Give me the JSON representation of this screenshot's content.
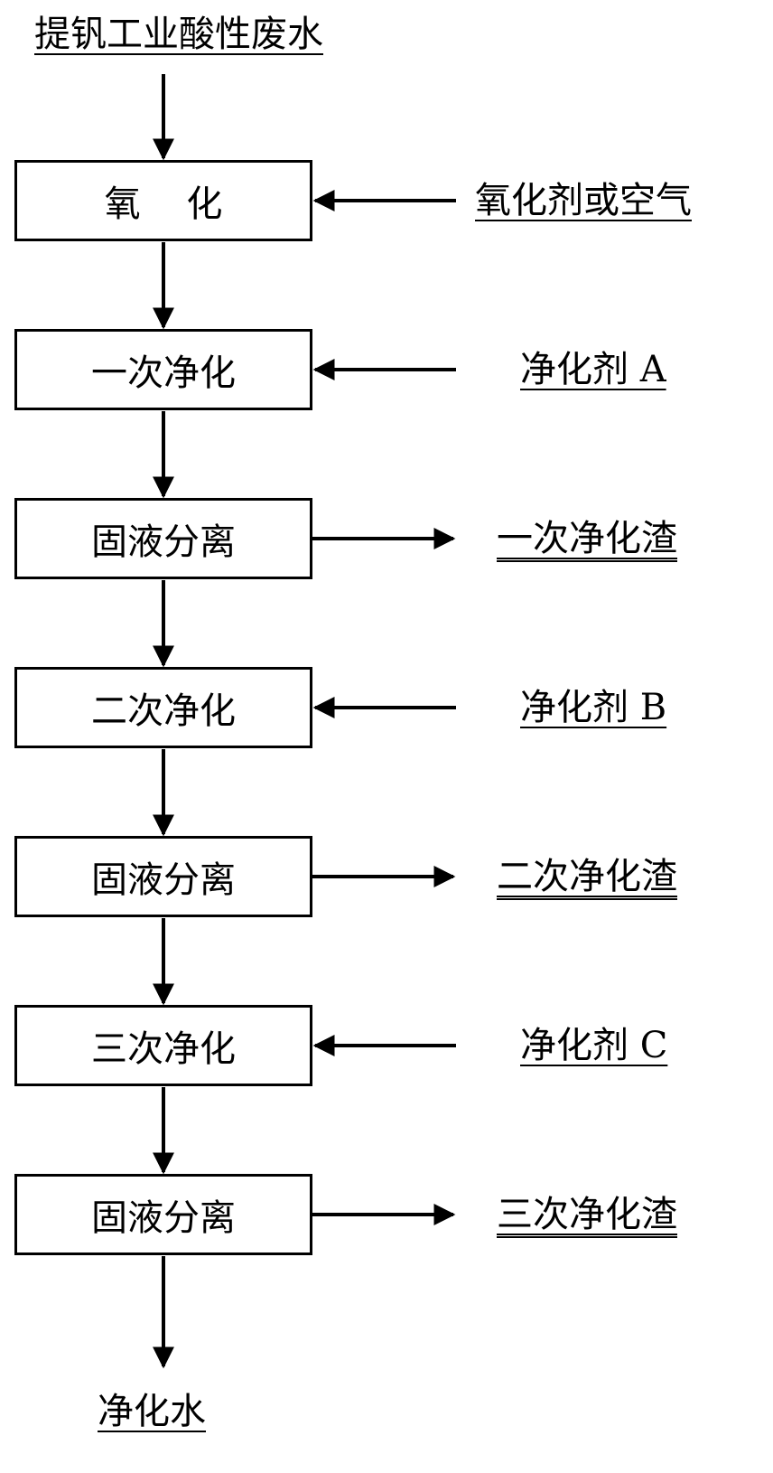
{
  "input": "提钒工业酸性废水",
  "output": "净化水",
  "steps": [
    {
      "label": "氧    化",
      "side_label": "氧化剂或空气"
    },
    {
      "label": "一次净化",
      "side_label": "净化剂 A"
    },
    {
      "label": "固液分离",
      "side_label": "一次净化渣"
    },
    {
      "label": "二次净化",
      "side_label": "净化剂 B"
    },
    {
      "label": "固液分离",
      "side_label": "二次净化渣"
    },
    {
      "label": "三次净化",
      "side_label": "净化剂 C"
    },
    {
      "label": "固液分离",
      "side_label": "三次净化渣"
    }
  ]
}
